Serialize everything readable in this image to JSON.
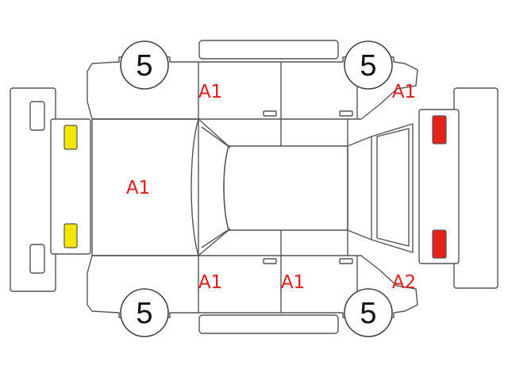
{
  "colors": {
    "outline": "#555555",
    "mark_text": "#e21b1b",
    "front_lamp": "#f5e600",
    "rear_lamp": "#e8201a"
  },
  "tires": {
    "front_left": "5",
    "rear_left": "5",
    "front_right": "5",
    "rear_right": "5"
  },
  "damage_marks": {
    "left_front_door": "A1",
    "left_rear_quarter": "A1",
    "hood": "A1",
    "right_front_door": "A1",
    "right_rear_door": "A1",
    "right_rear_quarter": "A2"
  },
  "icons": {
    "front_lamps": "yellow-lamp-icon",
    "rear_lamps": "red-lamp-icon"
  }
}
